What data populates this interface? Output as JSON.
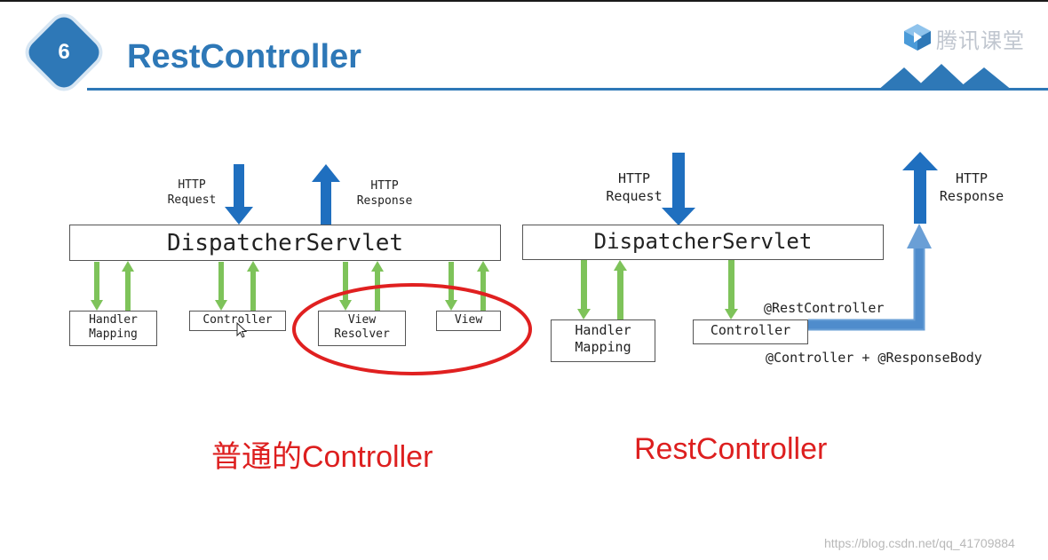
{
  "slide": {
    "number": "6",
    "title": "RestController",
    "brand": "腾讯课堂",
    "watermark": "https://blog.csdn.net/qq_41709884",
    "colors": {
      "accent": "#2e78b7",
      "caption": "#dd1f1f",
      "arrow_blue": "#1f6fbf",
      "arrow_green": "#7ec35a",
      "highlight": "#e02020"
    }
  },
  "left": {
    "request_label": "HTTP\nRequest",
    "response_label": "HTTP\nResponse",
    "dispatcher": "DispatcherServlet",
    "boxes": {
      "handler_mapping": "Handler\nMapping",
      "controller": "Controller",
      "view_resolver": "View\nResolver",
      "view": "View"
    },
    "caption": "普通的Controller",
    "highlight": "view-resolver-and-view-circled"
  },
  "right": {
    "request_label": "HTTP\nRequest",
    "response_label": "HTTP\nResponse",
    "dispatcher": "DispatcherServlet",
    "boxes": {
      "handler_mapping": "Handler\nMapping",
      "controller": "Controller"
    },
    "annotation_rest": "@RestController",
    "annotation_combo": "@Controller + @ResponseBody",
    "caption": "RestController"
  }
}
